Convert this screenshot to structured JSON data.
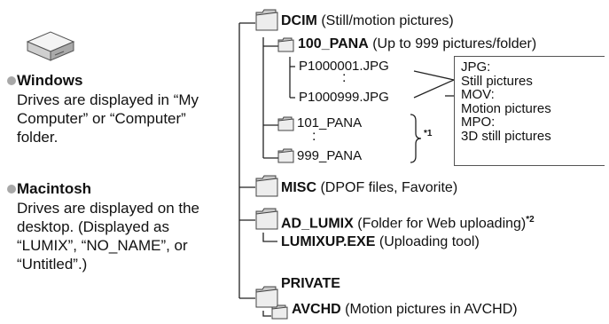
{
  "windows": {
    "title": "Windows",
    "desc": "Drives are displayed in “My Computer” or “Computer” folder."
  },
  "mac": {
    "title": "Macintosh",
    "desc": "Drives are displayed on the desktop. (Displayed as “LUMIX”, “NO_NAME”, or “Untitled”.)"
  },
  "tree": {
    "dcim": {
      "name": "DCIM",
      "note": "(Still/motion pictures)"
    },
    "pana100": {
      "name": "100_PANA",
      "note": "(Up to 999 pictures/folder)"
    },
    "file_first": "P1000001.JPG",
    "file_last": "P1000999.JPG",
    "ellipsis": ":",
    "pana101": "101_PANA",
    "pana999": "999_PANA",
    "note1": "*1",
    "misc": {
      "name": "MISC",
      "note": "(DPOF files, Favorite)"
    },
    "ad_lumix": {
      "name": "AD_LUMIX",
      "note": "(Folder for Web uploading)",
      "mark": "*2"
    },
    "lumixup": {
      "name": "LUMIXUP.EXE",
      "note": "(Uploading tool)"
    },
    "private": {
      "name": "PRIVATE"
    },
    "avchd": {
      "name": "AVCHD",
      "note": "(Motion pictures in AVCHD)"
    }
  },
  "callout": {
    "lines": [
      "JPG:",
      "Still pictures",
      "MOV:",
      "Motion pictures",
      "MPO:",
      "3D still pictures"
    ]
  },
  "icons": {
    "drive": "drive-icon",
    "folder": "folder-icon",
    "bullet": "bullet-icon"
  }
}
